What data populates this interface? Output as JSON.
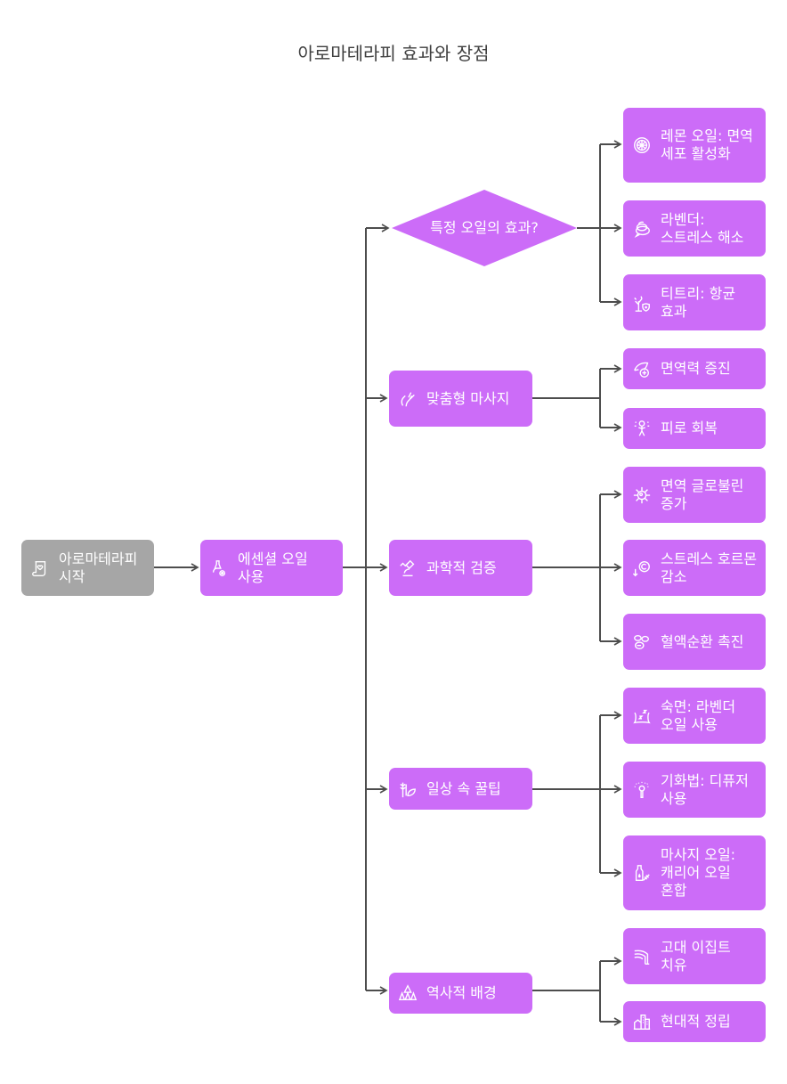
{
  "title": "아로마테라피 효과와 장점",
  "colors": {
    "node": "#cc6cf8",
    "root": "#a6a6a6",
    "line": "#4d4d4d",
    "text": "#ffffff"
  },
  "root": {
    "label": "아로마테라피 시작",
    "icon": "scroll-heart-icon"
  },
  "main": {
    "label": "에센셜 오일 사용",
    "icon": "oil-flower-icon"
  },
  "decision": {
    "label": "특정 오일의 효과?"
  },
  "branches": [
    {
      "label": "맞춤형 마사지",
      "icon": "massage-hand-icon",
      "children": [
        {
          "label": "면역력 증진",
          "icon": "leaf-plus-icon"
        },
        {
          "label": "피로 회복",
          "icon": "energetic-person-icon"
        }
      ]
    },
    {
      "label": "과학적 검증",
      "icon": "microscope-icon",
      "children": [
        {
          "label": "면역 글로불린 증가",
          "icon": "immune-cell-icon"
        },
        {
          "label": "스트레스 호르몬 감소",
          "icon": "hormone-down-icon"
        },
        {
          "label": "혈액순환 촉진",
          "icon": "blood-cells-icon"
        }
      ]
    },
    {
      "label": "일상 속 꿀팁",
      "icon": "herb-leaf-icon",
      "children": [
        {
          "label": "숙면: 라벤더 오일 사용",
          "icon": "pillow-sleep-icon"
        },
        {
          "label": "기화법: 디퓨저 사용",
          "icon": "diffuser-icon"
        },
        {
          "label": "마사지 오일: 캐리어 오일 혼합",
          "icon": "oil-bottle-herb-icon"
        }
      ]
    },
    {
      "label": "역사적 배경",
      "icon": "pyramids-icon",
      "children": [
        {
          "label": "고대 이집트 치유",
          "icon": "egyptian-headdress-icon"
        },
        {
          "label": "현대적 정립",
          "icon": "city-buildings-icon"
        }
      ]
    }
  ],
  "oils": [
    {
      "label": "레몬 오일: 면역 세포 활성화",
      "icon": "lemon-slice-icon"
    },
    {
      "label": "라벤더: 스트레스 해소",
      "icon": "chat-bubbles-icon"
    },
    {
      "label": "티트리: 항균 효과",
      "icon": "tree-shield-icon"
    }
  ]
}
